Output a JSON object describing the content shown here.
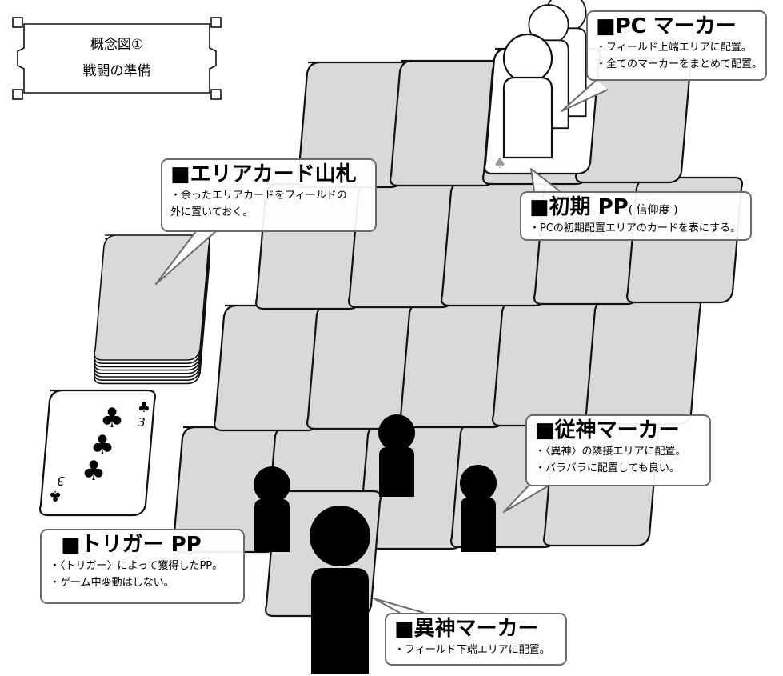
{
  "title_box": {
    "line1": "概念図①",
    "line2": "戦闘の準備"
  },
  "callouts": {
    "pc_marker": {
      "title": "■PC マーカー",
      "lines": [
        "・フィールド上端エリアに配置。",
        "・全てのマーカーをまとめて配置。"
      ]
    },
    "area_deck": {
      "title": "■エリアカード山札",
      "lines": [
        "・余ったエリアカードをフィールドの",
        "外に置いておく。"
      ]
    },
    "initial_pp": {
      "title": "■初期 PP",
      "title_suffix": "( 信仰度 )",
      "lines": [
        "・PCの初期配置エリアのカードを表にする。"
      ]
    },
    "servant_marker": {
      "title": "■従神マーカー",
      "lines": [
        "・〈異神〉の隣接エリアに配置。",
        "・バラバラに配置しても良い。"
      ]
    },
    "trigger_pp": {
      "title": "■トリガー PP",
      "lines": [
        "・〈トリガー〉によって獲得したPP。",
        "・ゲーム中変動はしない。"
      ]
    },
    "foreign_god_marker": {
      "title": "■異神マーカー",
      "lines": [
        "・フィールド下端エリアに配置。"
      ]
    }
  },
  "trigger_card": {
    "rank": "3",
    "suit_glyph": "♣"
  },
  "revealed_card_suit_glyph": "♠",
  "colors": {
    "card_back": "#d9d9d9",
    "card_stroke": "#111111",
    "callout_border": "#6b6b6b",
    "marker_fill": "#000000"
  }
}
